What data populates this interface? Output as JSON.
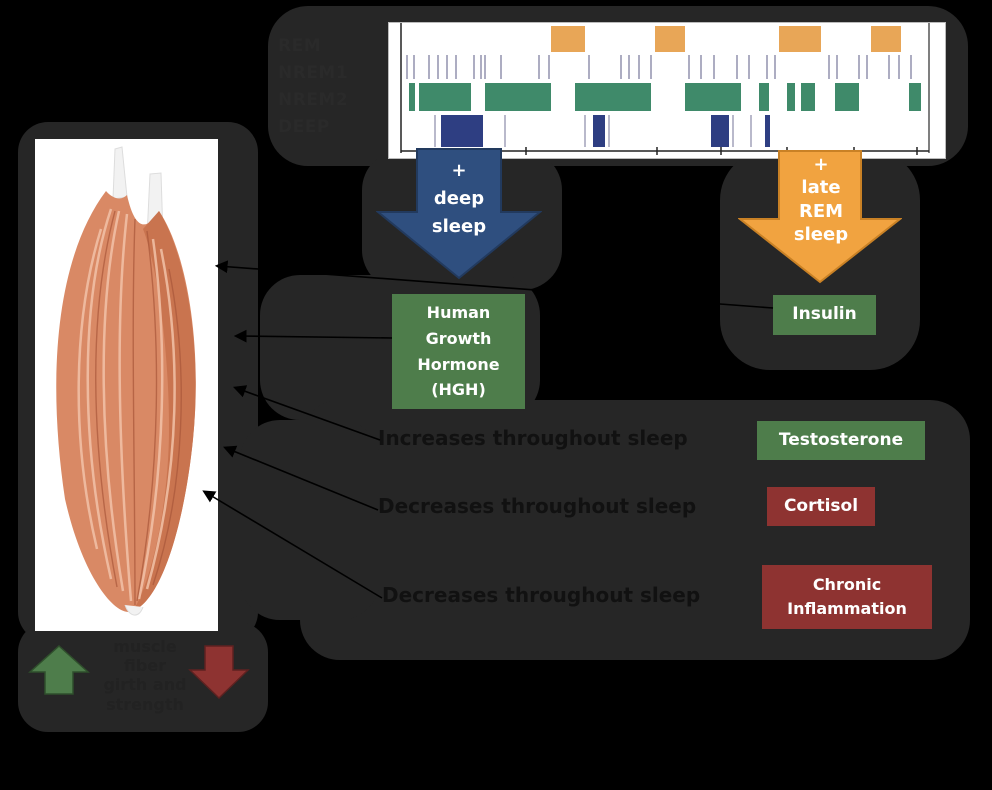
{
  "hypnogram": {
    "stages": [
      "REM",
      "NREM1",
      "NREM2",
      "DEEP"
    ],
    "stage_subscripts": [
      "",
      "1",
      "2",
      ""
    ]
  },
  "arrows": {
    "deep_sleep": {
      "plus": "+",
      "line1": "deep",
      "line2": "sleep",
      "color": "#2f4f7f"
    },
    "late_rem": {
      "plus": "+",
      "line1": "late",
      "line2": "REM",
      "line3": "sleep",
      "color": "#f1a340"
    }
  },
  "hormones": {
    "hgh": {
      "lines": [
        "Human",
        "Growth",
        "Hormone",
        "(HGH)"
      ],
      "color": "#4e7d4b"
    },
    "insulin": {
      "label": "Insulin",
      "color": "#4e7d4b"
    },
    "testosterone": {
      "label": "Testosterone",
      "color": "#4e7d4b",
      "trend": "Increases throughout sleep"
    },
    "cortisol": {
      "label": "Cortisol",
      "color": "#8e3331",
      "trend": "Decreases throughout sleep"
    },
    "inflammation": {
      "lines": [
        "Chronic",
        "Inflammation"
      ],
      "color": "#8e3331",
      "trend": "Decreases throughout sleep"
    }
  },
  "legend": {
    "lines": [
      "muscle",
      "fiber",
      "girth and",
      "strength"
    ],
    "up_icon": "up-arrow-icon",
    "down_icon": "down-arrow-icon",
    "up_color": "#4e7d4b",
    "down_color": "#8e3331"
  }
}
